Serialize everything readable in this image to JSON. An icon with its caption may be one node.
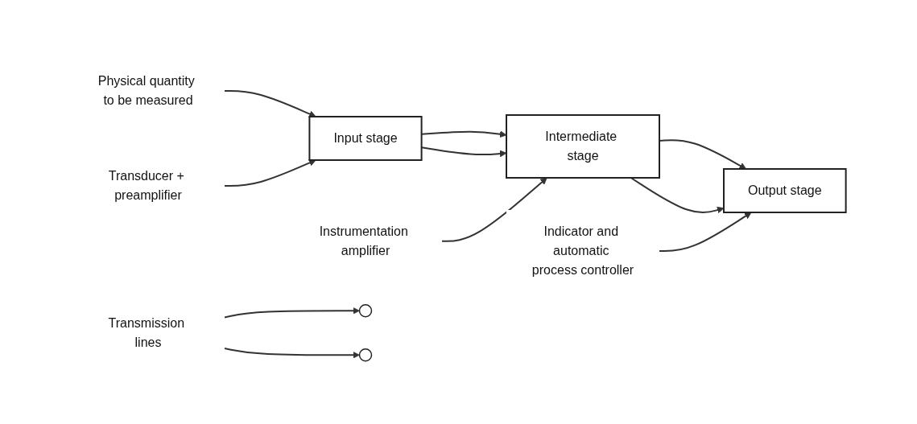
{
  "diagram": {
    "nodes": [
      {
        "text": [
          "Transmission lines"
        ]
      },
      {
        "text": [
          "Physical quantity to be measured"
        ]
      },
      {
        "text": [
          "Input stage"
        ]
      },
      {
        "text": [],
        "shape": "circle"
      },
      {
        "text": [
          "Intermediate stage"
        ]
      },
      {
        "text": [],
        "shape": "circle"
      },
      {
        "text": [
          "Output stage"
        ]
      },
      {
        "text": [
          "Transducer + preamplifier"
        ]
      },
      {
        "text": [
          "Instrumentation amplifier"
        ]
      },
      {
        "text": [
          "Indicator and automatic process controller"
        ]
      }
    ],
    "edges": [
      {
        "from": 0,
        "to": 3,
        "arrow": "to"
      },
      {
        "from": 0,
        "to": 5,
        "arrow": "to"
      },
      {
        "from": 1,
        "to": 2,
        "arrow": "to"
      },
      {
        "from": 2,
        "to": 4,
        "arrow": "to"
      },
      {
        "from": 2,
        "to": 4,
        "arrow": "to"
      },
      {
        "from": 4,
        "to": 6,
        "arrow": "to"
      },
      {
        "from": 4,
        "to": 6,
        "arrow": "to"
      },
      {
        "from": 7,
        "to": 2,
        "arrow": "to"
      },
      {
        "from": 8,
        "to": 4,
        "arrow": "to"
      },
      {
        "from": 9,
        "to": 6,
        "arrow": "to"
      }
    ]
  }
}
